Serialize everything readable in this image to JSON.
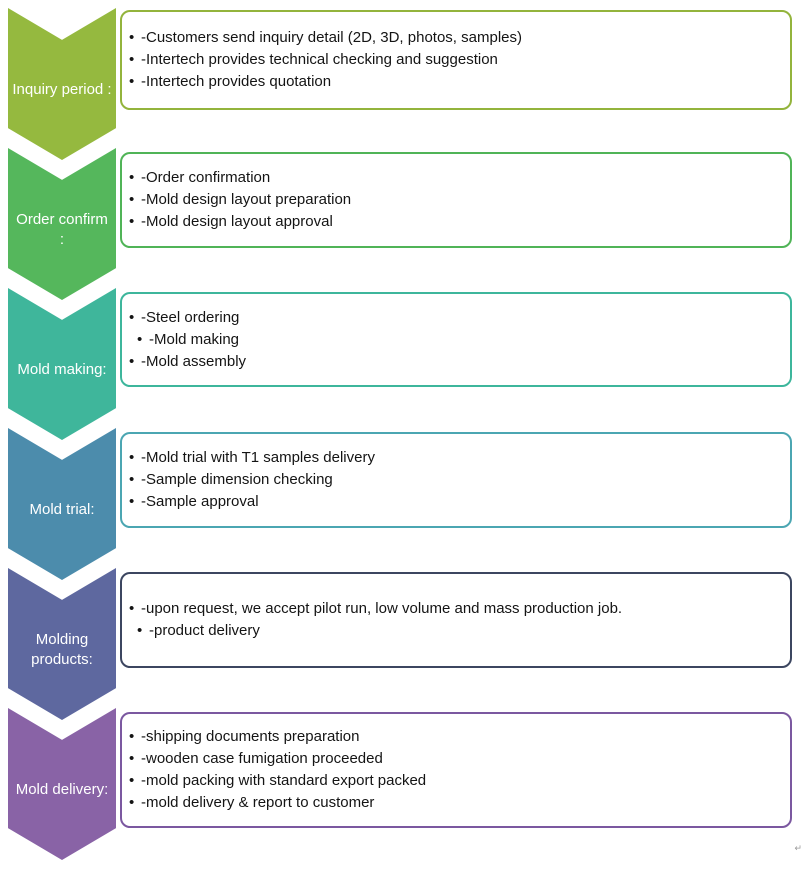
{
  "bullet_char": "•",
  "stray_mark": "↵",
  "steps": [
    {
      "label": "Inquiry period :",
      "arrow_color": "#95B93F",
      "border_color": "#93B43C",
      "items": [
        "-Customers send inquiry detail (2D, 3D, photos, samples)",
        "-Intertech provides technical checking and suggestion",
        "-Intertech provides quotation"
      ]
    },
    {
      "label": "Order confirm :",
      "arrow_color": "#55B75C",
      "border_color": "#50B457",
      "items": [
        "-Order confirmation",
        "-Mold design layout preparation",
        "-Mold design layout approval"
      ]
    },
    {
      "label": "Mold making:",
      "arrow_color": "#3FB69B",
      "border_color": "#3DB69C",
      "items": [
        "-Steel ordering",
        "-Mold making",
        "-Mold assembly"
      ]
    },
    {
      "label": "Mold trial:",
      "arrow_color": "#4C8CAC",
      "border_color": "#4BA6B2",
      "items": [
        "-Mold trial with T1 samples delivery",
        "-Sample dimension checking",
        "-Sample approval"
      ]
    },
    {
      "label": "Molding products:",
      "arrow_color": "#5E689F",
      "border_color": "#3C4660",
      "items": [
        "-upon request, we accept pilot run, low volume and mass production job.",
        "-product delivery"
      ]
    },
    {
      "label": "Mold delivery:",
      "arrow_color": "#8963A6",
      "border_color": "#7B58A0",
      "items": [
        "-shipping documents preparation",
        "-wooden case fumigation proceeded",
        "-mold packing with standard export packed",
        "-mold delivery & report to customer"
      ]
    }
  ]
}
